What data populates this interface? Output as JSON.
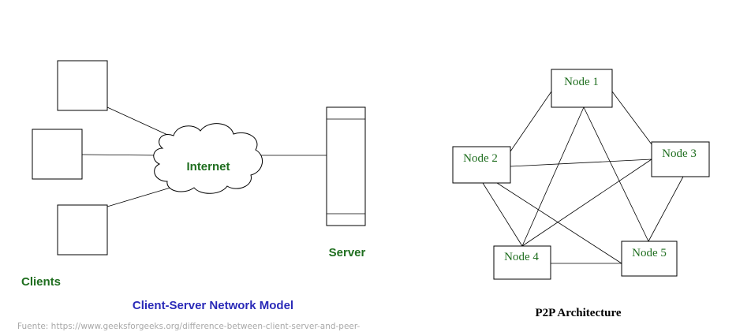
{
  "client_server": {
    "internet_label": "Internet",
    "server_label": "Server",
    "clients_label": "Clients",
    "title": "Client-Server Network Model"
  },
  "p2p": {
    "nodes": [
      "Node 1",
      "Node 2",
      "Node 3",
      "Node 4",
      "Node 5"
    ],
    "title": "P2P Architecture"
  },
  "source_text": "Fuente: https://www.geeksforgeeks.org/difference-between-client-server-and-peer-"
}
